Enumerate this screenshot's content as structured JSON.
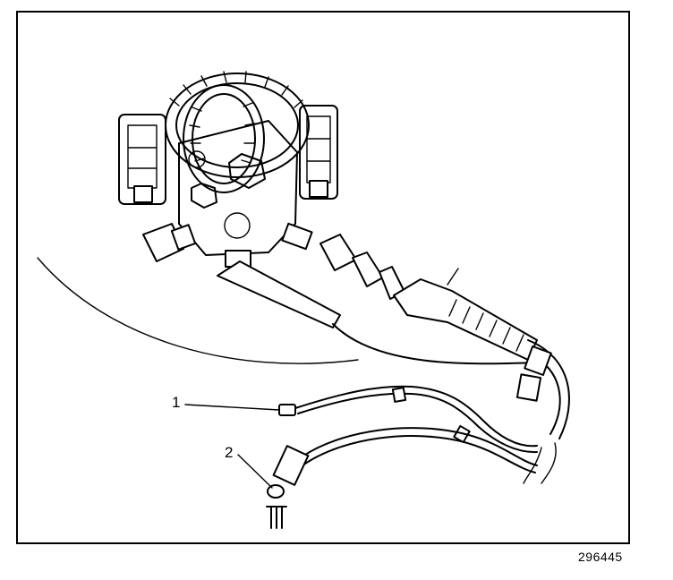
{
  "callouts": [
    {
      "label": "1"
    },
    {
      "label": "2"
    }
  ],
  "figure_number": "296445",
  "colors": {
    "line": "#000000",
    "background": "#ffffff"
  }
}
